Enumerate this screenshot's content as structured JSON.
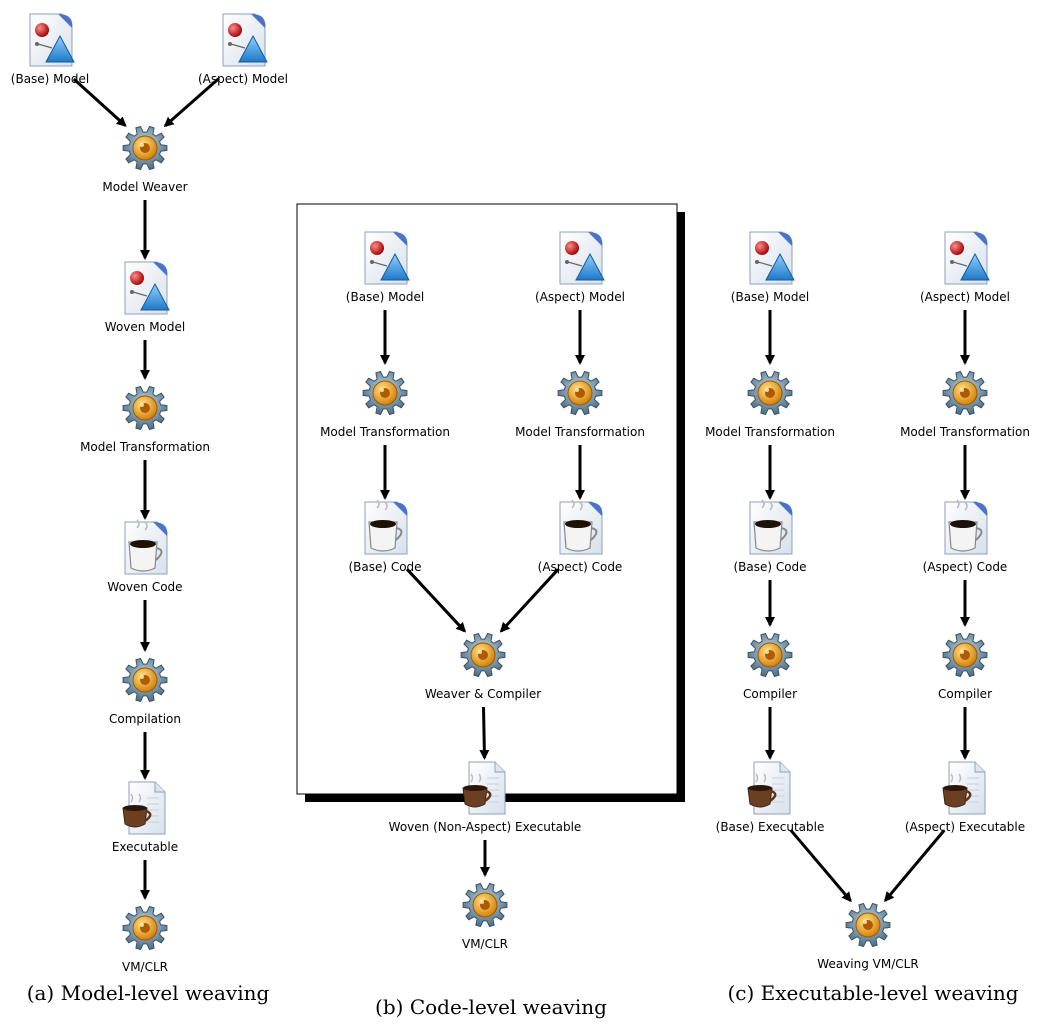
{
  "panels": [
    {
      "id": "a",
      "caption": "(a) Model-level weaving",
      "nodes": [
        {
          "icon": "model-document-icon",
          "label": "(Base) Model"
        },
        {
          "icon": "model-document-icon",
          "label": "(Aspect) Model"
        },
        {
          "icon": "gear-icon",
          "label": "Model Weaver"
        },
        {
          "icon": "model-document-icon",
          "label": "Woven Model"
        },
        {
          "icon": "gear-icon",
          "label": "Model Transformation"
        },
        {
          "icon": "java-code-icon",
          "label": "Woven Code"
        },
        {
          "icon": "gear-icon",
          "label": "Compilation"
        },
        {
          "icon": "executable-file-icon",
          "label": "Executable"
        },
        {
          "icon": "gear-icon",
          "label": "VM/CLR"
        }
      ]
    },
    {
      "id": "b",
      "caption": "(b) Code-level weaving",
      "nodes": [
        {
          "icon": "model-document-icon",
          "label": "(Base) Model"
        },
        {
          "icon": "model-document-icon",
          "label": "(Aspect) Model"
        },
        {
          "icon": "gear-icon",
          "label": "Model Transformation"
        },
        {
          "icon": "gear-icon",
          "label": "Model Transformation"
        },
        {
          "icon": "java-code-icon",
          "label": "(Base) Code"
        },
        {
          "icon": "java-code-icon",
          "label": "(Aspect) Code"
        },
        {
          "icon": "gear-icon",
          "label": "Weaver & Compiler"
        },
        {
          "icon": "executable-file-icon",
          "label": "Woven (Non-Aspect) Executable"
        },
        {
          "icon": "gear-icon",
          "label": "VM/CLR"
        }
      ]
    },
    {
      "id": "c",
      "caption": "(c) Executable-level weaving",
      "nodes": [
        {
          "icon": "model-document-icon",
          "label": "(Base) Model"
        },
        {
          "icon": "model-document-icon",
          "label": "(Aspect) Model"
        },
        {
          "icon": "gear-icon",
          "label": "Model Transformation"
        },
        {
          "icon": "gear-icon",
          "label": "Model Transformation"
        },
        {
          "icon": "java-code-icon",
          "label": "(Base) Code"
        },
        {
          "icon": "java-code-icon",
          "label": "(Aspect) Code"
        },
        {
          "icon": "gear-icon",
          "label": "Compiler"
        },
        {
          "icon": "gear-icon",
          "label": "Compiler"
        },
        {
          "icon": "executable-file-icon",
          "label": "(Base) Executable"
        },
        {
          "icon": "executable-file-icon",
          "label": "(Aspect) Executable"
        },
        {
          "icon": "gear-icon",
          "label": "Weaving VM/CLR"
        }
      ]
    }
  ],
  "edges": {
    "a": [
      [
        0,
        2
      ],
      [
        1,
        2
      ],
      [
        2,
        3
      ],
      [
        3,
        4
      ],
      [
        4,
        5
      ],
      [
        5,
        6
      ],
      [
        6,
        7
      ],
      [
        7,
        8
      ]
    ],
    "b": [
      [
        0,
        2
      ],
      [
        1,
        3
      ],
      [
        2,
        4
      ],
      [
        3,
        5
      ],
      [
        4,
        6
      ],
      [
        5,
        6
      ],
      [
        6,
        7
      ],
      [
        7,
        8
      ]
    ],
    "c": [
      [
        0,
        2
      ],
      [
        1,
        3
      ],
      [
        2,
        4
      ],
      [
        3,
        5
      ],
      [
        4,
        6
      ],
      [
        5,
        7
      ],
      [
        6,
        8
      ],
      [
        7,
        9
      ],
      [
        8,
        10
      ],
      [
        9,
        10
      ]
    ]
  },
  "colors": {
    "gear_outer": "#5c7f96",
    "gear_inner": "#f0a21a",
    "document": "#e8eef6",
    "document_fold": "#4a74c9",
    "model_ball": "#c81818",
    "model_triangle": "#2f9ae6",
    "cup": "#6b3f1f"
  }
}
